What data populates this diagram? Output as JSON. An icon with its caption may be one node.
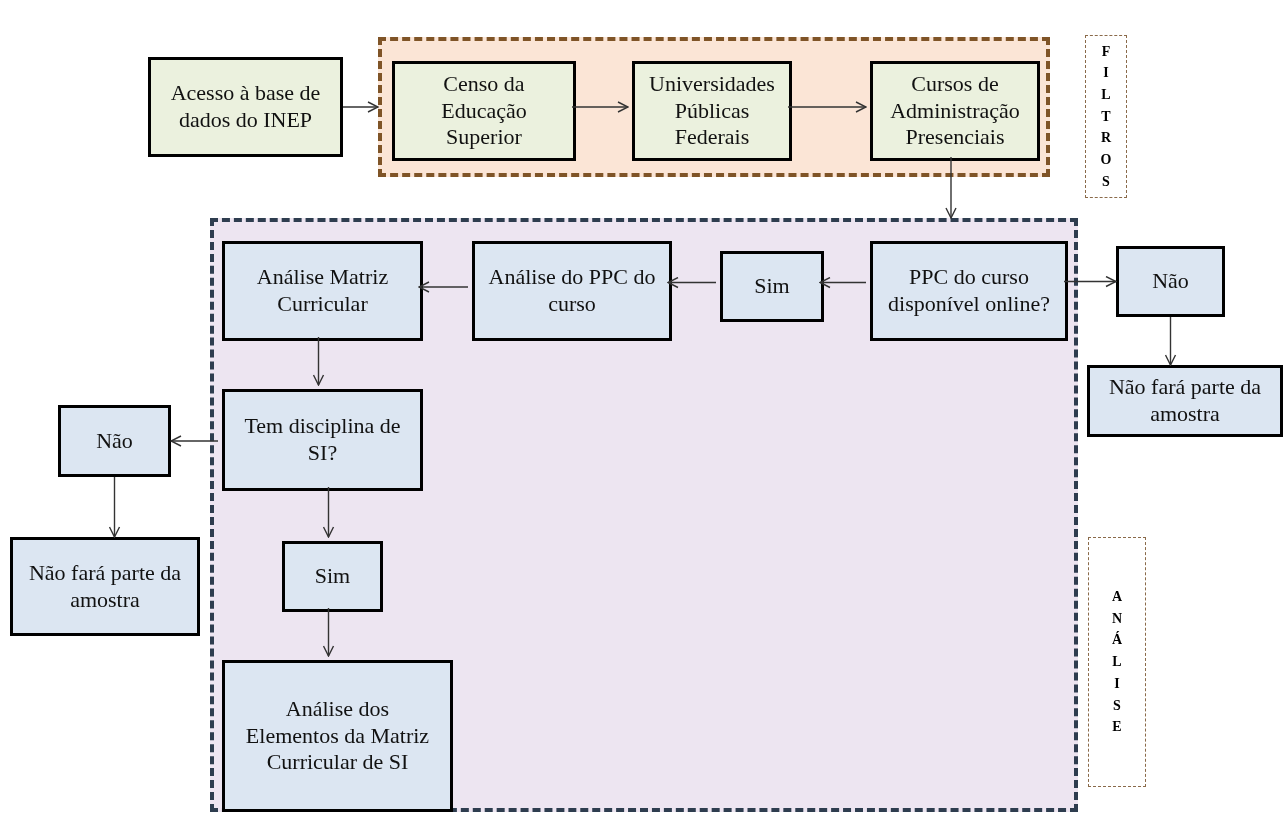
{
  "diagram": {
    "nodes": [
      {
        "text": [],
        "shape": "box"
      },
      {
        "text": [
          "Acesso à base de dados do INEP"
        ]
      },
      {
        "text": [
          "Censo da Educação Superior"
        ],
        "in": 0
      },
      {
        "text": [
          "Universidades Públicas Federais"
        ],
        "in": 0
      },
      {
        "text": [
          "Cursos de Administração Presenciais"
        ],
        "in": 0
      },
      {
        "text": [],
        "shape": "box"
      },
      {
        "text": [
          "PPC do curso disponível online?"
        ],
        "in": 5
      },
      {
        "text": [
          "Sim"
        ],
        "in": 5
      },
      {
        "text": [
          "Análise do PPC do curso"
        ],
        "in": 5
      },
      {
        "text": [
          "Análise Matriz Curricular"
        ],
        "in": 5
      },
      {
        "text": [
          "Tem disciplina de SI?"
        ],
        "in": 5
      },
      {
        "text": [
          "Sim"
        ],
        "in": 5
      },
      {
        "text": [
          "Análise dos Elementos da Matriz Curricular de SI"
        ],
        "in": 5
      },
      {
        "text": [
          "Não"
        ]
      },
      {
        "text": [
          "Não fará parte da amostra"
        ]
      },
      {
        "text": [
          "Não"
        ]
      },
      {
        "text": [
          "Não fará parte da amostra"
        ]
      }
    ],
    "edges": [
      {
        "from": 1,
        "to": 0,
        "arrow": "to"
      },
      {
        "from": 2,
        "to": 3,
        "arrow": "to"
      },
      {
        "from": 3,
        "to": 4,
        "arrow": "to"
      },
      {
        "from": 4,
        "to": 5,
        "arrow": "to"
      },
      {
        "from": 6,
        "to": 7,
        "arrow": "to"
      },
      {
        "from": 7,
        "to": 8,
        "arrow": "to"
      },
      {
        "from": 8,
        "to": 9,
        "arrow": "to"
      },
      {
        "from": 9,
        "to": 10,
        "arrow": "to"
      },
      {
        "from": 10,
        "to": 11,
        "arrow": "to"
      },
      {
        "from": 11,
        "to": 12,
        "arrow": "to"
      },
      {
        "from": 6,
        "to": 13,
        "arrow": "to"
      },
      {
        "from": 13,
        "to": 14,
        "arrow": "to"
      },
      {
        "from": 10,
        "to": 15,
        "arrow": "to"
      },
      {
        "from": 15,
        "to": 16,
        "arrow": "to"
      }
    ],
    "labels": [
      "FILTROS",
      "ANÁLISE"
    ]
  }
}
